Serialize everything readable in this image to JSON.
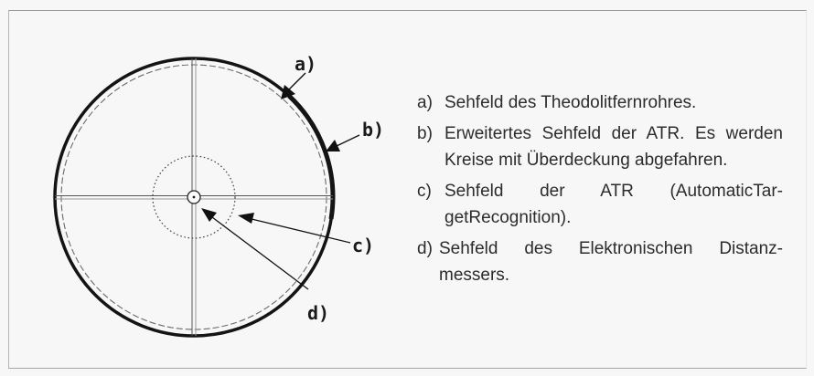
{
  "diagram": {
    "callouts": {
      "a": "a)",
      "b": "b)",
      "c": "c)",
      "d": "d)"
    }
  },
  "legend": [
    {
      "marker": "a)",
      "text": "Sehfeld des Theodolitfernrohres."
    },
    {
      "marker": "b)",
      "text": "Erweitertes Sehfeld der ATR. Es werden Kreise mit Überdeckung abgefahren."
    },
    {
      "marker": "c)",
      "text": "Sehfeld der ATR (AutomaticTar-getRecognition)."
    },
    {
      "marker": "d)",
      "text": "Sehfeld des Elektronischen Distanz-messers."
    }
  ]
}
